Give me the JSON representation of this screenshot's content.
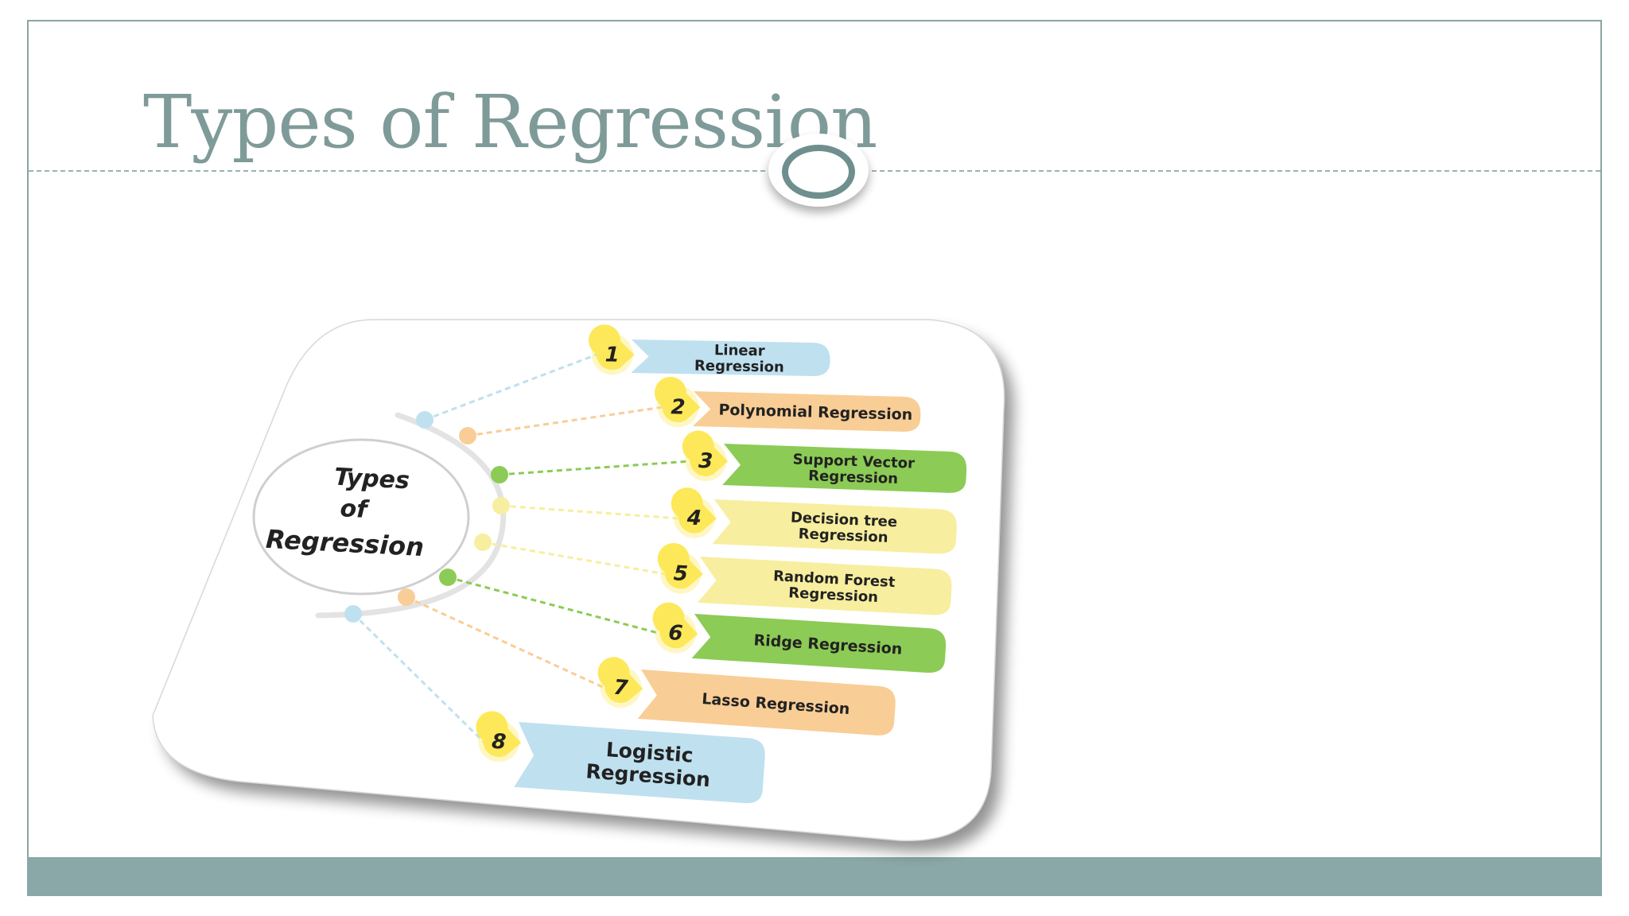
{
  "slide": {
    "title": "Types of Regression"
  },
  "diagram": {
    "center_label": [
      "Types",
      "of",
      "Regression"
    ],
    "items": [
      {
        "number": "1",
        "label": [
          "Linear",
          "Regression"
        ],
        "color": "#bfe0ef"
      },
      {
        "number": "2",
        "label": [
          "Polynomial Regression"
        ],
        "color": "#f9cd96"
      },
      {
        "number": "3",
        "label": [
          "Support Vector",
          "Regression"
        ],
        "color": "#8ccb55"
      },
      {
        "number": "4",
        "label": [
          "Decision tree",
          "Regression"
        ],
        "color": "#f7ee9f"
      },
      {
        "number": "5",
        "label": [
          "Random Forest",
          "Regression"
        ],
        "color": "#f7ee9f"
      },
      {
        "number": "6",
        "label": [
          "Ridge Regression"
        ],
        "color": "#8ccb55"
      },
      {
        "number": "7",
        "label": [
          "Lasso Regression"
        ],
        "color": "#f9cd96"
      },
      {
        "number": "8",
        "label": [
          "Logistic",
          "Regression"
        ],
        "color": "#bfe0ef"
      }
    ],
    "number_badge_color": "#fde85a"
  },
  "colors": {
    "accent": "#7f9b99",
    "footer": "#8aa8a8"
  }
}
